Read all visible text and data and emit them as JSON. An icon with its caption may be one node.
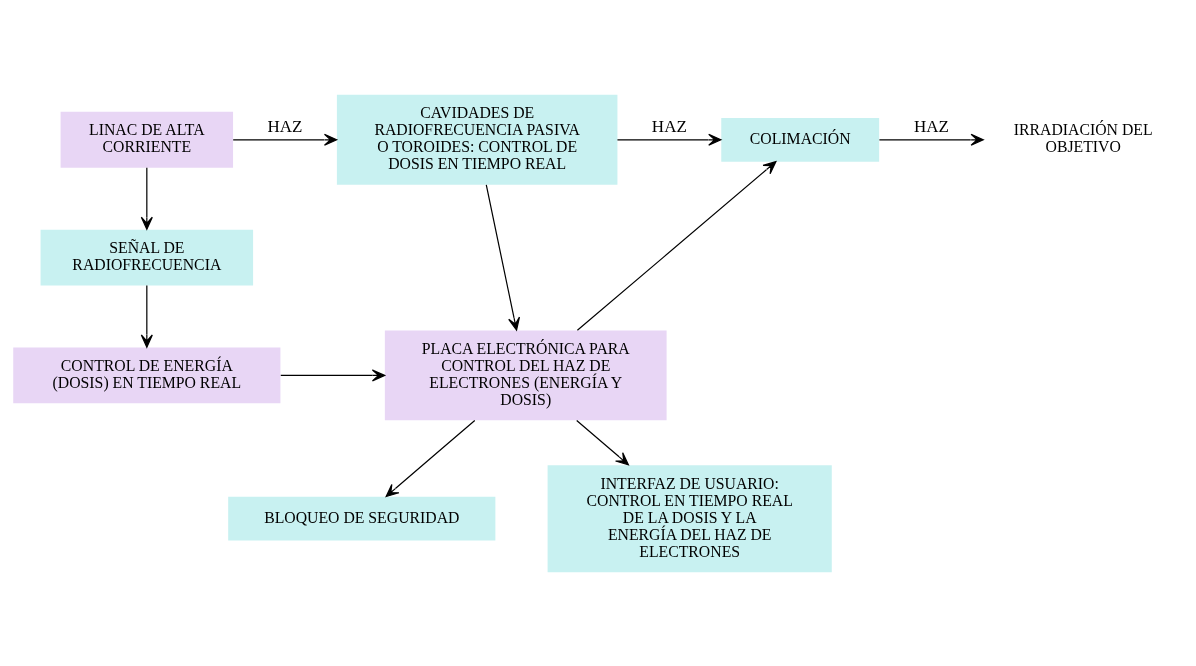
{
  "diagram": {
    "nodes": [
      {
        "text": [
          "LINAC DE ALTA CORRIENTE"
        ]
      },
      {
        "text": [
          "CAVIDADES DE RADIOFRECUENCIA PASIVA O TOROIDES: CONTROL DE DOSIS EN TIEMPO REAL"
        ]
      },
      {
        "text": [
          "COLIMACIÓN"
        ]
      },
      {
        "text": [
          "IRRADIACIÓN DEL OBJETIVO"
        ]
      },
      {
        "text": [
          "SEÑAL DE RADIOFRECUENCIA"
        ]
      },
      {
        "text": [
          "CONTROL DE ENERGÍA (DOSIS) EN TIEMPO REAL"
        ]
      },
      {
        "text": [
          "PLACA ELECTRÓNICA PARA CONTROL DEL HAZ DE ELECTRONES (ENERGÍA Y DOSIS)"
        ]
      },
      {
        "text": [
          "BLOQUEO DE SEGURIDAD"
        ]
      },
      {
        "text": [
          "INTERFAZ DE USUARIO: CONTROL EN TIEMPO REAL DE LA DOSIS Y LA ENERGÍA DEL HAZ DE ELECTRONES"
        ]
      }
    ],
    "edges": [
      {
        "from": 0,
        "to": 1,
        "arrow": "to",
        "label": "HAZ"
      },
      {
        "from": 1,
        "to": 2,
        "arrow": "to",
        "label": "HAZ"
      },
      {
        "from": 2,
        "to": 3,
        "arrow": "to",
        "label": "HAZ"
      },
      {
        "from": 0,
        "to": 4,
        "arrow": "to"
      },
      {
        "from": 4,
        "to": 5,
        "arrow": "to"
      },
      {
        "from": 5,
        "to": 6,
        "arrow": "to"
      },
      {
        "from": 1,
        "to": 6,
        "arrow": "to"
      },
      {
        "from": 6,
        "to": 2,
        "arrow": "to"
      },
      {
        "from": 6,
        "to": 7,
        "arrow": "to"
      },
      {
        "from": 6,
        "to": 8,
        "arrow": "to"
      }
    ]
  }
}
